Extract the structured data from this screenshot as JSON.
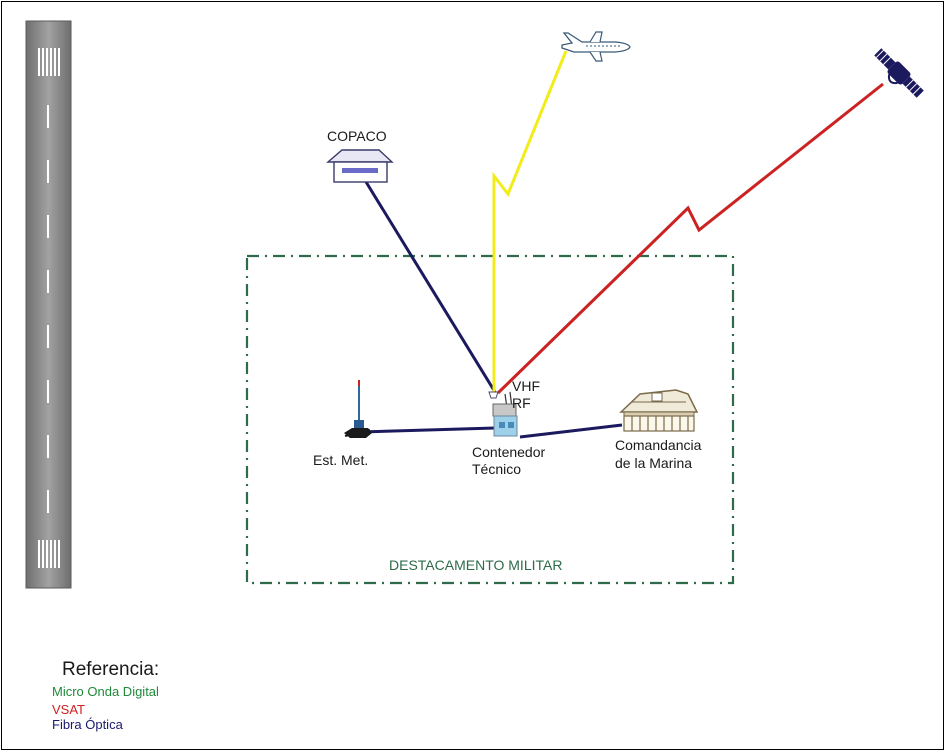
{
  "nodes": {
    "copaco": "COPACO",
    "vhf": "VHF",
    "rf": "RF",
    "contenedor_line1": "Contenedor",
    "contenedor_line2": "Técnico",
    "est_met": "Est. Met.",
    "comandancia_line1": "Comandancia",
    "comandancia_line2": "de la Marina"
  },
  "zone_label": "DESTACAMENTO MILITAR",
  "legend": {
    "title": "Referencia:",
    "items": [
      {
        "label": "Micro Onda Digital",
        "color": "#1f8a3a"
      },
      {
        "label": "VSAT",
        "color": "#d02020"
      },
      {
        "label": "Fibra Óptica",
        "color": "#1a1a6e"
      }
    ]
  },
  "colors": {
    "fibra": "#1c1a5e",
    "vsat": "#cc2222",
    "radio": "#f2ec1a",
    "zone": "#2e6b4a",
    "runway": "#8a8a8a"
  }
}
